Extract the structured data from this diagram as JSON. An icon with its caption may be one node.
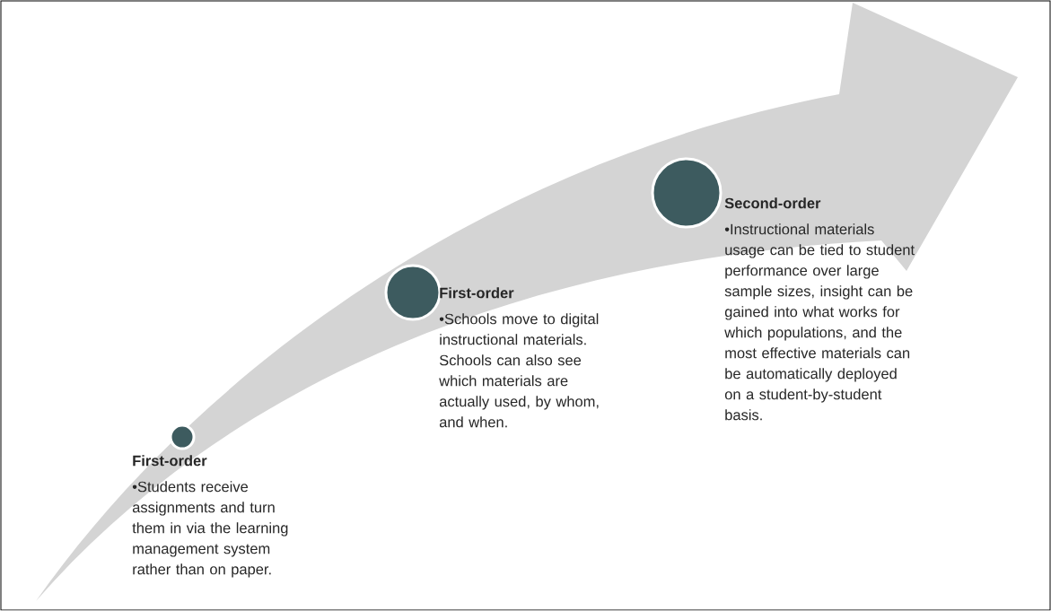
{
  "diagram": {
    "nodes": [
      {
        "text": [
          "First-order",
          "•Students receive assignments and turn them in via the learning management system rather than on paper."
        ]
      },
      {
        "text": [
          "First-order",
          "•Schools move to digital instructional materials. Schools can also see which materials are actually used, by whom, and when."
        ]
      },
      {
        "text": [
          "Second-order",
          "•Instructional materials usage can be tied to student performance over large sample sizes, insight can be gained into what works for which populations, and the most effective materials can be automatically deployed on a student-by-student basis."
        ]
      }
    ]
  }
}
